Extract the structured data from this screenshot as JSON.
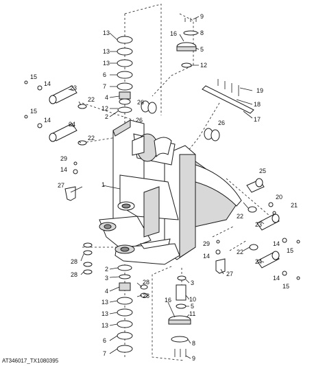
{
  "figure_code": "AT346017_TX1080395",
  "callouts": {
    "c1": "1",
    "c2a": "2",
    "c2b": "2",
    "c3a": "3",
    "c3b": "3",
    "c4a": "4",
    "c4b": "4",
    "c5a": "5",
    "c5b": "5",
    "c6a": "6",
    "c6b": "6",
    "c7a": "7",
    "c7b": "7",
    "c8a": "8",
    "c8b": "8",
    "c9a": "9",
    "c9b": "9",
    "c10": "10",
    "c11": "11",
    "c12a": "12",
    "c12b": "12",
    "c13a": "13",
    "c13b": "13",
    "c13c": "13",
    "c13d": "13",
    "c13e": "13",
    "c13f": "13",
    "c14a": "14",
    "c14b": "14",
    "c14c": "14",
    "c14d": "14",
    "c14e": "14",
    "c15a": "15",
    "c15b": "15",
    "c15c": "15",
    "c15d": "15",
    "c16a": "16",
    "c16b": "16",
    "c17": "17",
    "c18": "18",
    "c19": "19",
    "c20": "20",
    "c21": "21",
    "c22a": "22",
    "c22b": "22",
    "c22c": "22",
    "c22d": "22",
    "c23a": "23",
    "c23b": "23",
    "c24a": "24",
    "c24b": "24",
    "c25": "25",
    "c26a": "26",
    "c26b": "26",
    "c26c": "26",
    "c27a": "27",
    "c27b": "27",
    "c28a": "28",
    "c28b": "28",
    "c28c": "28",
    "c28d": "28",
    "c29a": "29",
    "c29b": "29"
  }
}
